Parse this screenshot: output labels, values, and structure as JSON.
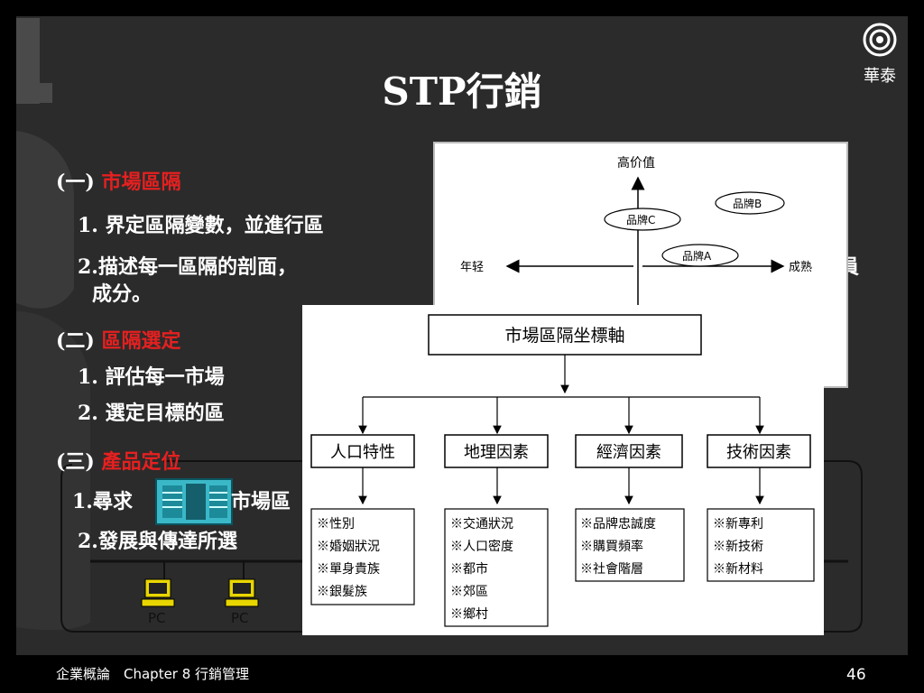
{
  "slide": {
    "title": "STP行銷",
    "logo_text": "華泰",
    "sections": [
      {
        "heading_num": "(一)",
        "heading_text": "市場區隔",
        "items": [
          "1. 界定區隔變數，並進行區",
          "2.描述每一區隔的剖面，",
          "成分。"
        ]
      },
      {
        "heading_num": "(二)",
        "heading_text": "區隔選定",
        "items": [
          "1. 評估每一市場",
          "2. 選定目標的區"
        ]
      },
      {
        "heading_num": "(三)",
        "heading_text": "產品定位",
        "items": [
          "1.尋求",
          "市場區",
          "2.發展與傳達所選"
        ]
      }
    ],
    "trailing_char": "員",
    "network": {
      "pc_labels": [
        "PC",
        "PC"
      ]
    },
    "brand_map": {
      "top_label": "高价值",
      "left_label": "年轻",
      "right_label": "成熟",
      "brands": [
        "品牌C",
        "品牌B",
        "品牌A"
      ]
    },
    "tree": {
      "root": "市場區隔坐標軸",
      "categories": [
        {
          "label": "人口特性",
          "items": [
            "※性別",
            "※婚姻狀況",
            "※單身貴族",
            "※銀髮族"
          ]
        },
        {
          "label": "地理因素",
          "items": [
            "※交通狀況",
            "※人口密度",
            "※都市",
            "※郊區",
            "※鄉村"
          ]
        },
        {
          "label": "經濟因素",
          "items": [
            "※品牌忠誠度",
            "※購買頻率",
            "※社會階層"
          ]
        },
        {
          "label": "技術因素",
          "items": [
            "※新專利",
            "※新技術",
            "※新材料"
          ]
        }
      ]
    },
    "footer": {
      "left": "企業概論　Chapter 8  行銷管理",
      "page": "46"
    }
  }
}
